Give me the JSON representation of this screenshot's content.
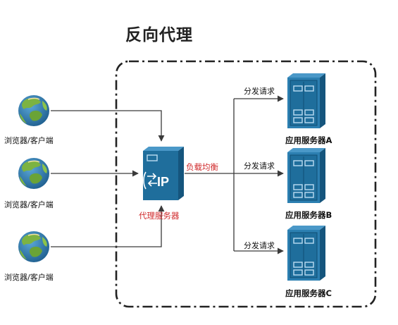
{
  "title": "反向代理",
  "clients": [
    {
      "label": "浏览器/客户端"
    },
    {
      "label": "浏览器/客户端"
    },
    {
      "label": "浏览器/客户端"
    }
  ],
  "proxy": {
    "label": "代理服务器",
    "icon_text": "IP"
  },
  "load_balance_label": "负载均衡",
  "forward_label": "分发请求",
  "servers": [
    {
      "label": "应用服务器A"
    },
    {
      "label": "应用服务器B"
    },
    {
      "label": "应用服务器C"
    }
  ],
  "colors": {
    "line": "#3a3a3a",
    "highlight": "#d0292b",
    "server_blue": "#1f6e9c",
    "globe_ocean": "#2f7fb0",
    "globe_land": "#7cb342"
  },
  "icons": {
    "client": "globe-icon",
    "proxy": "proxy-server-icon",
    "server": "server-rack-icon"
  }
}
